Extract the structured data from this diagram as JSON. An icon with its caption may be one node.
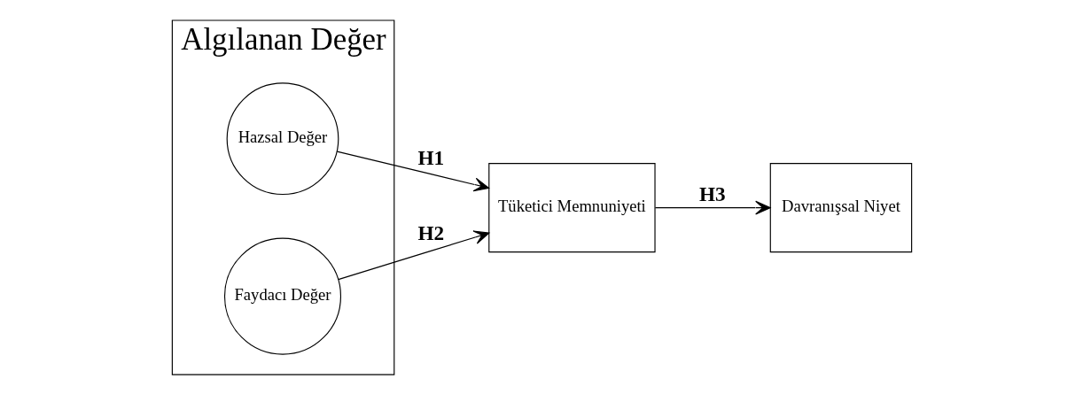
{
  "diagram": {
    "nodes": [
      {
        "text": [
          "Algılanan Değer"
        ]
      },
      {
        "text": [
          "Hazsal Değer"
        ],
        "in": 0
      },
      {
        "text": [
          "Faydacı Değer"
        ],
        "in": 0
      },
      {
        "text": [
          "Tüketici Memnuniyeti"
        ]
      },
      {
        "text": [
          "Davranışsal Niyet"
        ]
      }
    ],
    "edges": [
      {
        "from": 1,
        "to": 3,
        "arrow": "to",
        "label": "H1"
      },
      {
        "from": 2,
        "to": 3,
        "arrow": "to",
        "label": "H2"
      },
      {
        "from": 3,
        "to": 4,
        "arrow": "to",
        "label": "H3"
      }
    ]
  }
}
